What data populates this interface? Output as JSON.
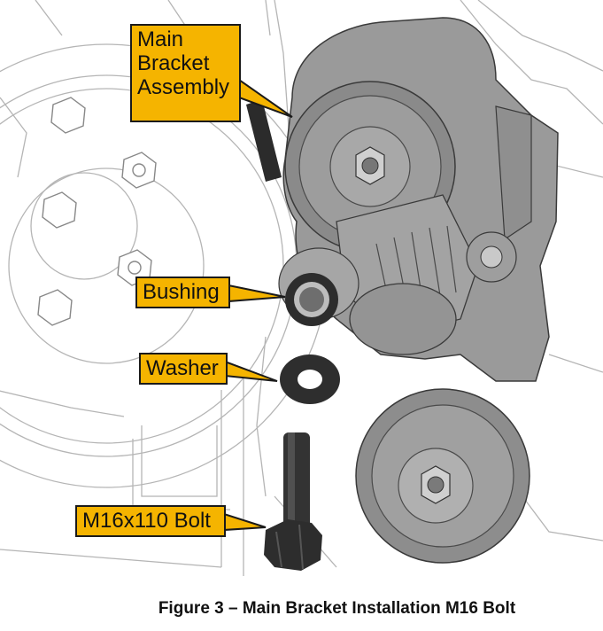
{
  "callouts": {
    "main_bracket": [
      "Main",
      "Bracket",
      "Assembly"
    ],
    "bushing": "Bushing",
    "washer": "Washer",
    "bolt": "M16x110 Bolt"
  },
  "caption": "Figure 3 – Main Bracket Installation M16 Bolt",
  "colors": {
    "callout_fill": "#f5b400",
    "part_gray": "#8c8c8c",
    "line_gray": "#b0b0b0",
    "dark": "#2b2b2b"
  }
}
